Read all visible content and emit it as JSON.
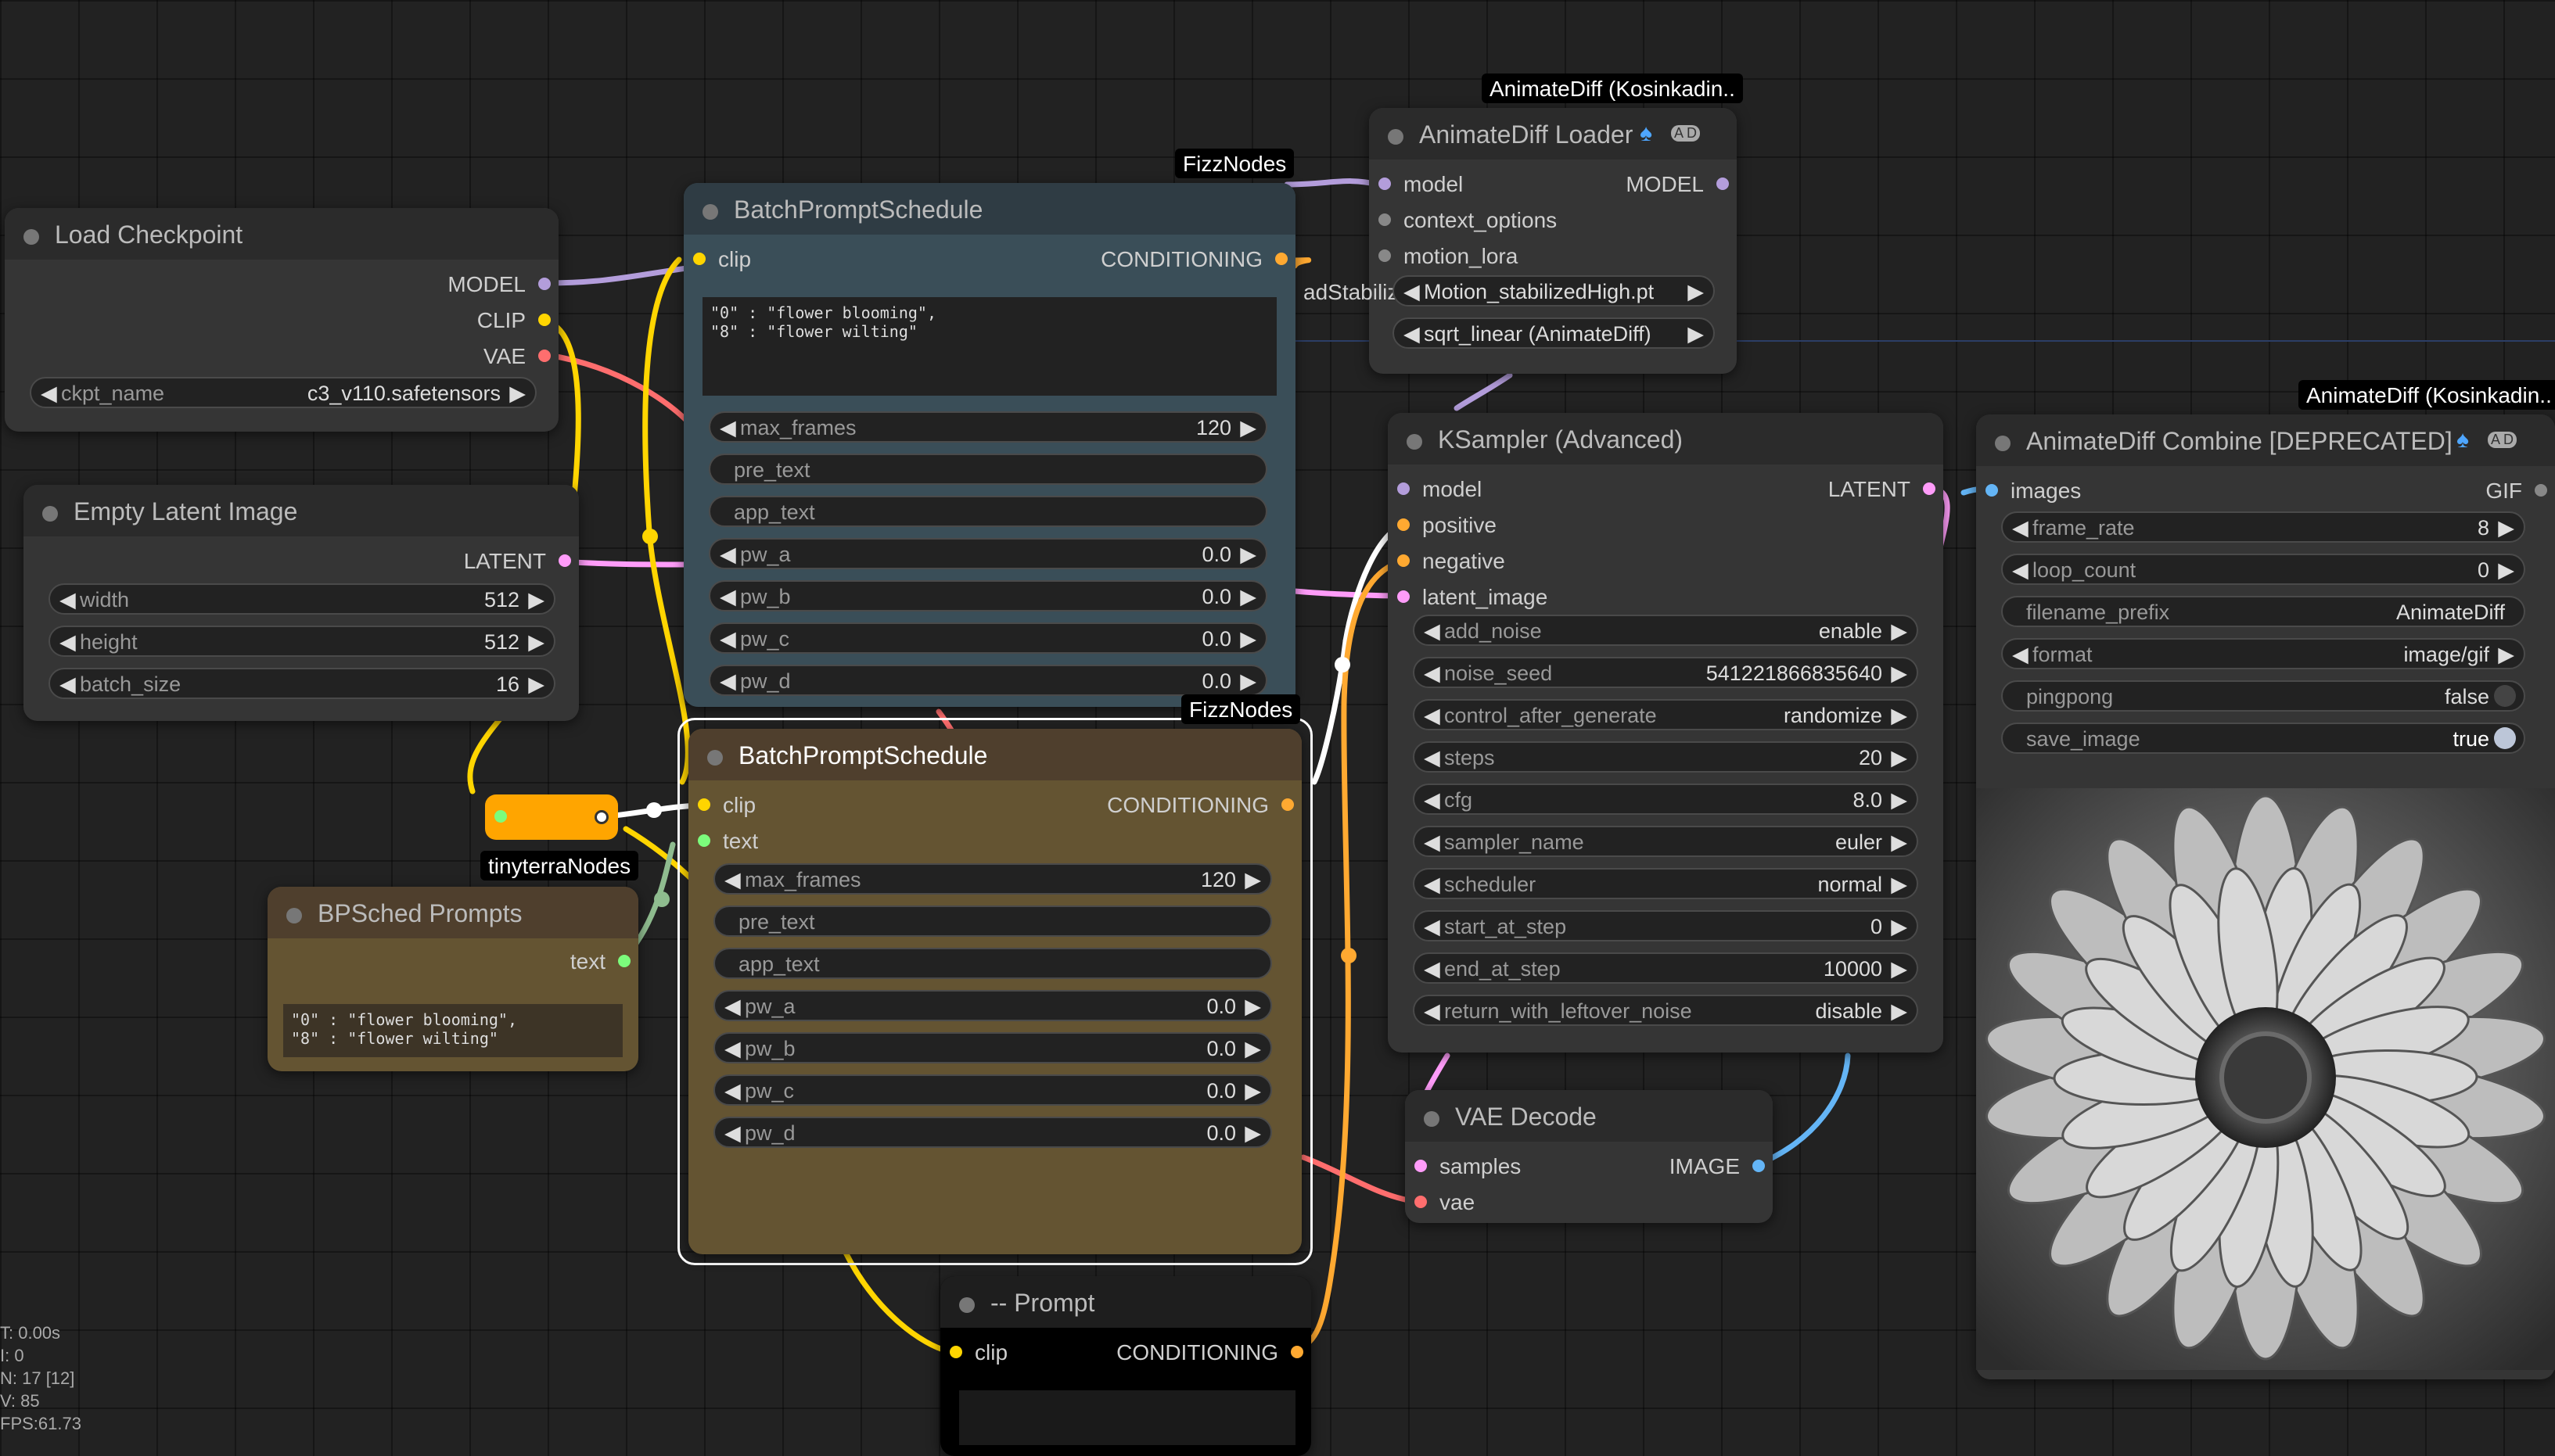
{
  "badges": {
    "fizz1": "FizzNodes",
    "fizz2": "FizzNodes",
    "animatediff_loader": "AnimateDiff (Kosinkadin..",
    "animatediff_combine": "AnimateDiff (Kosinkadin..",
    "tinyterra": "tinyterraNodes"
  },
  "load_checkpoint": {
    "title": "Load Checkpoint",
    "outputs": [
      "MODEL",
      "CLIP",
      "VAE"
    ],
    "ckpt_label": "ckpt_name",
    "ckpt_value": "c3_v110.safetensors"
  },
  "empty_latent": {
    "title": "Empty Latent Image",
    "output": "LATENT",
    "widgets": [
      {
        "label": "width",
        "value": "512"
      },
      {
        "label": "height",
        "value": "512"
      },
      {
        "label": "batch_size",
        "value": "16"
      }
    ]
  },
  "bp_top": {
    "title": "BatchPromptSchedule",
    "input": "clip",
    "output": "CONDITIONING",
    "text": "\"0\" : \"flower blooming\",\n\"8\" : \"flower wilting\"",
    "widgets": [
      {
        "label": "max_frames",
        "value": "120"
      },
      {
        "label": "pre_text",
        "value": ""
      },
      {
        "label": "app_text",
        "value": ""
      },
      {
        "label": "pw_a",
        "value": "0.0"
      },
      {
        "label": "pw_b",
        "value": "0.0"
      },
      {
        "label": "pw_c",
        "value": "0.0"
      },
      {
        "label": "pw_d",
        "value": "0.0"
      }
    ]
  },
  "bp_bottom": {
    "title": "BatchPromptSchedule",
    "inputs": [
      "clip",
      "text"
    ],
    "output": "CONDITIONING",
    "widgets": [
      {
        "label": "max_frames",
        "value": "120"
      },
      {
        "label": "pre_text",
        "value": ""
      },
      {
        "label": "app_text",
        "value": ""
      },
      {
        "label": "pw_a",
        "value": "0.0"
      },
      {
        "label": "pw_b",
        "value": "0.0"
      },
      {
        "label": "pw_c",
        "value": "0.0"
      },
      {
        "label": "pw_d",
        "value": "0.0"
      }
    ]
  },
  "bpsched_prompts": {
    "title": "BPSched Prompts",
    "output": "text",
    "text": "\"0\" : \"flower blooming\",\n\"8\" : \"flower wilting\""
  },
  "prompt": {
    "title": "-- Prompt",
    "input": "clip",
    "output": "CONDITIONING"
  },
  "animatediff_loader": {
    "title": "AnimateDiff Loader",
    "inputs": [
      "model",
      "context_options",
      "motion_lora"
    ],
    "output": "MODEL",
    "overflow_text": "adStabilized",
    "model_name": "Motion_stabilizedHigh.pt",
    "beta_schedule": "sqrt_linear (AnimateDiff)"
  },
  "ksampler": {
    "title": "KSampler (Advanced)",
    "inputs": [
      "model",
      "positive",
      "negative",
      "latent_image"
    ],
    "output": "LATENT",
    "widgets": [
      {
        "label": "add_noise",
        "value": "enable"
      },
      {
        "label": "noise_seed",
        "value": "541221866835640"
      },
      {
        "label": "control_after_generate",
        "value": "randomize"
      },
      {
        "label": "steps",
        "value": "20"
      },
      {
        "label": "cfg",
        "value": "8.0"
      },
      {
        "label": "sampler_name",
        "value": "euler"
      },
      {
        "label": "scheduler",
        "value": "normal"
      },
      {
        "label": "start_at_step",
        "value": "0"
      },
      {
        "label": "end_at_step",
        "value": "10000"
      },
      {
        "label": "return_with_leftover_noise",
        "value": "disable"
      }
    ]
  },
  "vae_decode": {
    "title": "VAE Decode",
    "inputs": [
      "samples",
      "vae"
    ],
    "output": "IMAGE"
  },
  "combine": {
    "title": "AnimateDiff Combine [DEPRECATED]",
    "input": "images",
    "output": "GIF",
    "widgets": [
      {
        "label": "frame_rate",
        "value": "8"
      },
      {
        "label": "loop_count",
        "value": "0"
      },
      {
        "label": "filename_prefix",
        "value": "AnimateDiff"
      },
      {
        "label": "format",
        "value": "image/gif"
      },
      {
        "label": "pingpong",
        "value": "false"
      },
      {
        "label": "save_image",
        "value": "true"
      }
    ]
  },
  "stats": [
    "T: 0.00s",
    "I: 0",
    "N: 17 [12]",
    "V: 85",
    "FPS:61.73"
  ],
  "colors": {
    "background": "#222222",
    "node": "#353535",
    "title": "#2b2b2b",
    "fizz_top": "#2f3c44",
    "fizz_body": "#3a4e58",
    "brown_body": "#645432",
    "brown_title": "#4f3f2d",
    "clip": "#ffd500",
    "model": "#b39ddb",
    "vae": "#ff6e6e",
    "latent": "#ff9cf9",
    "conditioning": "#ffa931",
    "image": "#64b5f6",
    "text": "#7cfc7c"
  }
}
